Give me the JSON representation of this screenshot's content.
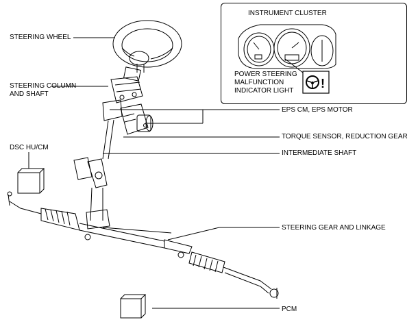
{
  "labels": {
    "steering_wheel": "STEERING WHEEL",
    "steering_column_line1": "STEERING COLUMN",
    "steering_column_line2": "AND SHAFT",
    "dsc": "DSC HU/CM",
    "eps": "EPS CM, EPS MOTOR",
    "torque": "TORQUE SENSOR, REDUCTION GEAR",
    "intermediate": "INTERMEDIATE SHAFT",
    "gear": "STEERING GEAR AND LINKAGE",
    "pcm": "PCM"
  },
  "cluster": {
    "title": "INSTRUMENT CLUSTER",
    "indicator_line1": "POWER STEERING",
    "indicator_line2": "MALFUNCTION",
    "indicator_line3": "INDICATOR LIGHT",
    "warning_symbol": "!"
  },
  "icons": {
    "cluster_indicator": "steering-wheel-warning-icon"
  }
}
